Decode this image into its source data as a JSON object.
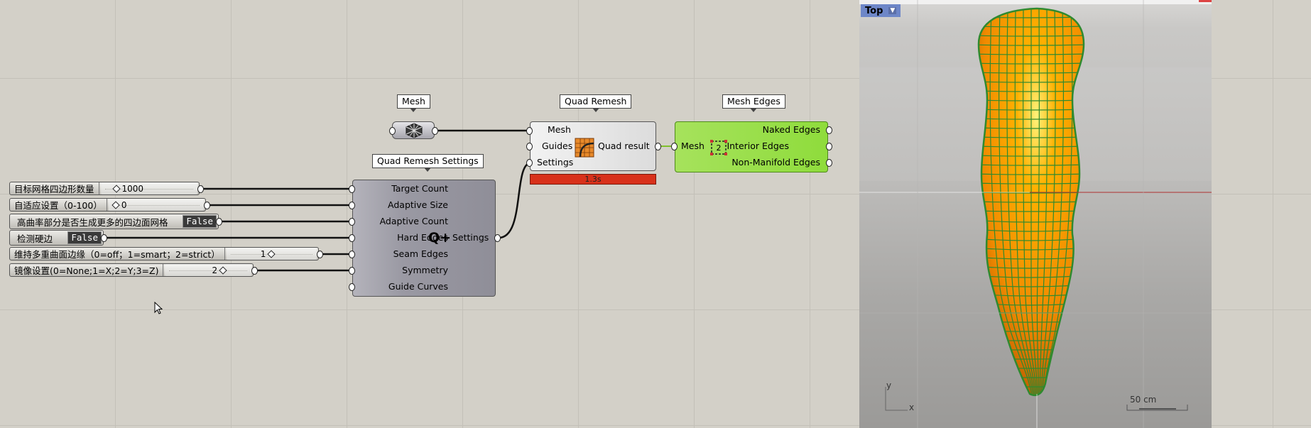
{
  "captions": {
    "mesh": "Mesh",
    "quad_remesh": "Quad Remesh",
    "mesh_edges": "Mesh Edges",
    "quad_remesh_settings": "Quad Remesh Settings"
  },
  "sliders": [
    {
      "name": "目标网格四边形数量",
      "value": "1000"
    },
    {
      "name": "自适应设置（0-100）",
      "value": "0"
    },
    {
      "name": "维持多重曲面边缘（0=off；1=smart；2=strict）",
      "value": "1"
    },
    {
      "name": "镜像设置(0=None;1=X;2=Y;3=Z)",
      "value": "2"
    }
  ],
  "toggles": [
    {
      "name": "高曲率部分是否生成更多的四边面网格",
      "value": "False"
    },
    {
      "name": "检测硬边",
      "value": "False"
    }
  ],
  "settings_component": {
    "inputs": [
      "Target Count",
      "Adaptive Size",
      "Adaptive Count",
      "Hard Edges",
      "Seam Edges",
      "Symmetry",
      "Guide Curves"
    ],
    "icon_text": "Q+",
    "output": "Settings"
  },
  "quad_remesh_component": {
    "inputs": [
      "Mesh",
      "Guides",
      "Settings"
    ],
    "output": "Quad result",
    "runtime": "1.3s"
  },
  "mesh_edges_component": {
    "input": "Mesh",
    "icon_text": "2",
    "outputs": [
      "Naked Edges",
      "Interior Edges",
      "Non-Manifold Edges"
    ]
  },
  "viewport": {
    "view_name": "Top",
    "axis_y": "y",
    "axis_x": "x",
    "scale_label": "50 cm"
  },
  "colors": {
    "canvas": "#d3d0c8",
    "component_gray": "#9a99a3",
    "component_green": "#8fdc3c",
    "runtime_red": "#d8311a",
    "mesh_orange": "#f08a00",
    "mesh_wire": "#2f8a2f",
    "view_label": "#6e87c8"
  }
}
